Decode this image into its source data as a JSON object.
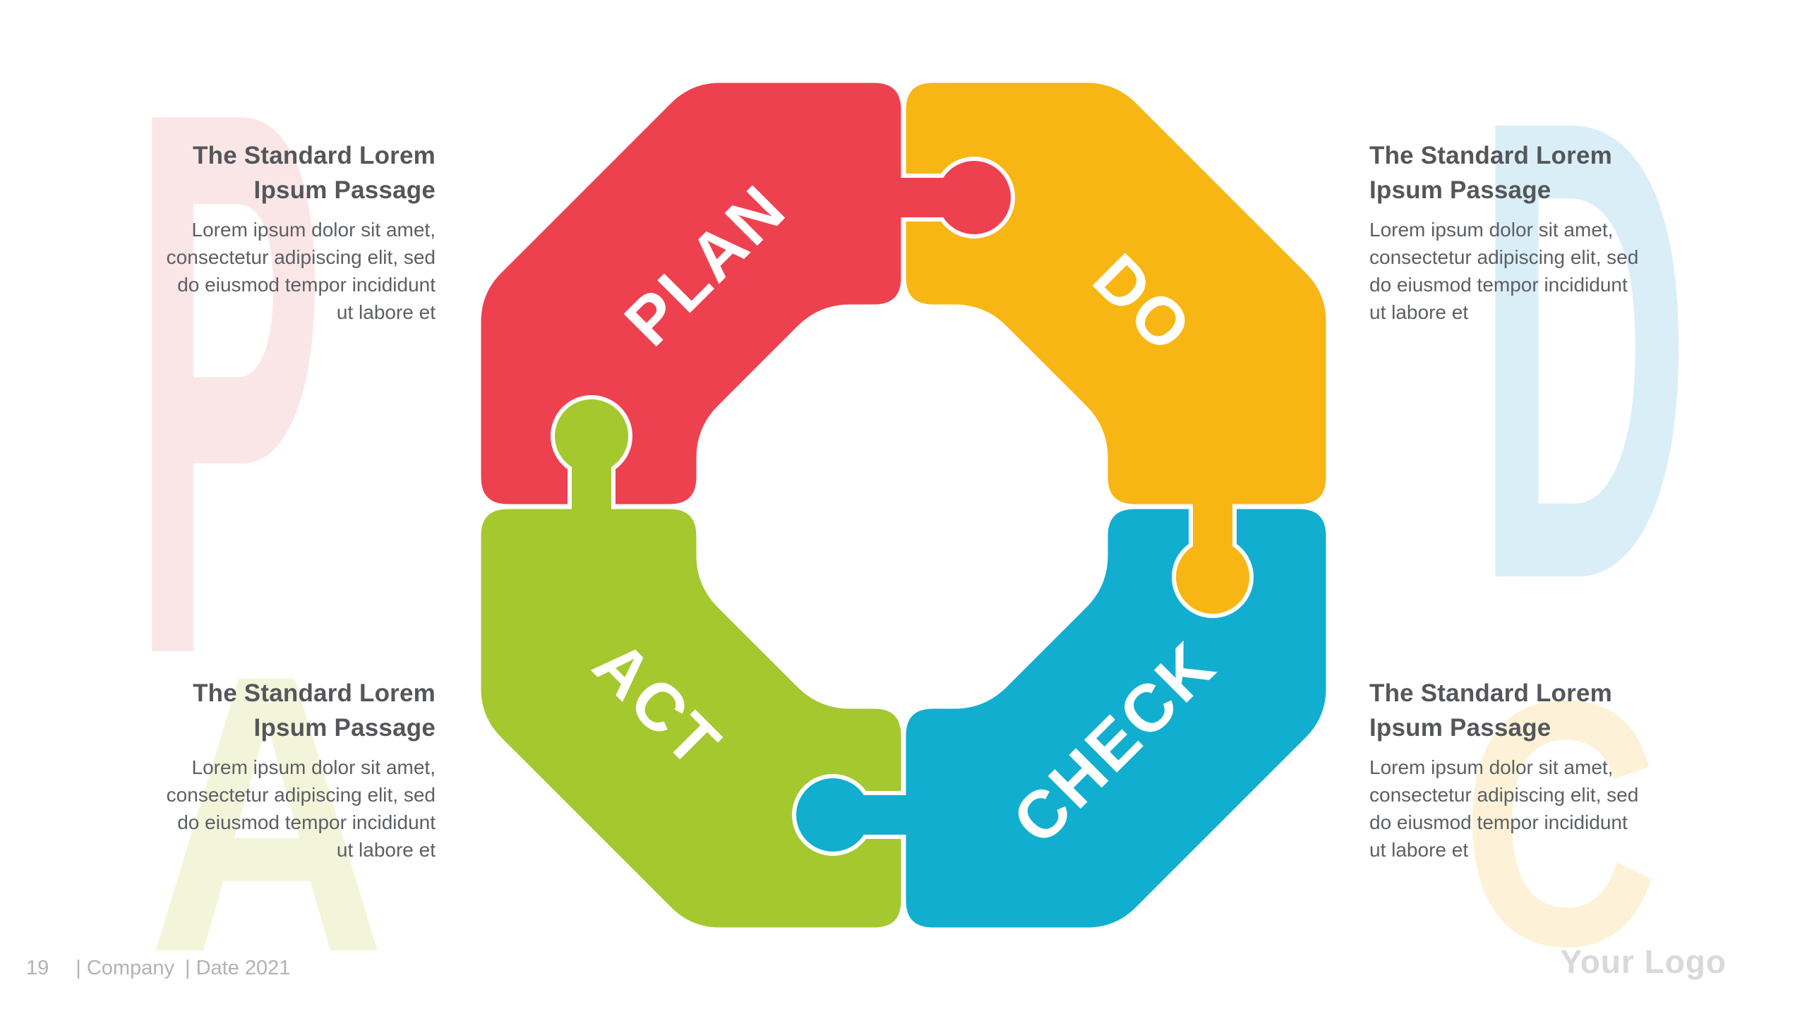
{
  "slide": {
    "page_number": "19",
    "footer_company": "| Company",
    "footer_date": "| Date 2021",
    "logo_text": "Your Logo"
  },
  "background_letters": [
    {
      "letter": "P",
      "color": "#fbe6e7"
    },
    {
      "letter": "D",
      "color": "#daeef8"
    },
    {
      "letter": "A",
      "color": "#f3f5da"
    },
    {
      "letter": "C",
      "color": "#fdf2d7"
    }
  ],
  "puzzle": {
    "outline_color": "#ffffff",
    "label_color": "#ffffff",
    "pieces": [
      {
        "id": "plan",
        "label": "PLAN",
        "color": "#ee4150"
      },
      {
        "id": "do",
        "label": "DO",
        "color": "#f8b614"
      },
      {
        "id": "check",
        "label": "CHECK",
        "color": "#12aed0"
      },
      {
        "id": "act",
        "label": "ACT",
        "color": "#a5c82f"
      }
    ]
  },
  "text_blocks": [
    {
      "id": "top-left",
      "align": "right",
      "heading_lines": [
        "The Standard Lorem",
        "Ipsum Passage"
      ],
      "body_lines": [
        "Lorem ipsum dolor sit amet,",
        "consectetur adipiscing elit, sed",
        "do eiusmod tempor incididunt",
        "ut labore et"
      ]
    },
    {
      "id": "top-right",
      "align": "left",
      "heading_lines": [
        "The Standard Lorem",
        "Ipsum Passage"
      ],
      "body_lines": [
        "Lorem ipsum dolor sit amet,",
        "consectetur adipiscing elit, sed",
        "do eiusmod tempor incididunt",
        "ut labore et"
      ]
    },
    {
      "id": "bottom-left",
      "align": "right",
      "heading_lines": [
        "The Standard Lorem",
        "Ipsum Passage"
      ],
      "body_lines": [
        "Lorem ipsum dolor sit amet,",
        "consectetur adipiscing elit, sed",
        "do eiusmod tempor incididunt",
        "ut labore et"
      ]
    },
    {
      "id": "bottom-right",
      "align": "left",
      "heading_lines": [
        "The Standard Lorem",
        "Ipsum Passage"
      ],
      "body_lines": [
        "Lorem ipsum dolor sit amet,",
        "consectetur adipiscing elit, sed",
        "do eiusmod tempor incididunt",
        "ut labore et"
      ]
    }
  ]
}
